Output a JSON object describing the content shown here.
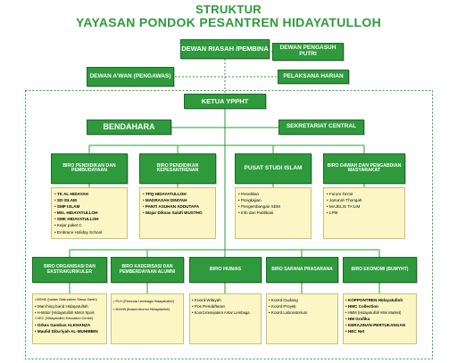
{
  "title_line1": "STRUKTUR",
  "title_line2": "YAYASAN PONDOK PESANTREN HIDAYATULLOH",
  "top": {
    "dewan_riasah": "DEWAN RIASAH /PEMBINA",
    "dewan_pengasuh": "DEWAN PENGASUH PUTRI",
    "dewan_awan": "DEWAN A'WAN (PENGAWAS)",
    "pelaksana_harian": "PELAKSANA HARIAN"
  },
  "middle": {
    "ketua": "KETUA YPPHT",
    "bendahara": "BENDAHARA",
    "sekretariat": "SEKRETARIAT CENTRAL"
  },
  "row1": [
    {
      "title": "BIRO PENDIDIKAN DAN PEMBUDAYAAN",
      "items": [
        "TK AL-HIDAYAH",
        "SD ISLAM",
        "SMP ISLAM",
        "Mts. HIDAYATULLOH",
        "SMK HIDAYATULLOH",
        "Kejar paket C",
        "Embrace Holiday School"
      ]
    },
    {
      "title": "BIRO PENDIDIKAN KEPESANTRENAN",
      "items": [
        "TPQ HIDAYATULLOH",
        "MADRASAH DINIYAH",
        "PANTI ASUHAN ADDUTAFA",
        "Wajar Diksas Salafi WUSTHO"
      ]
    },
    {
      "title": "PUSAT STUDI ISLAM",
      "items": [
        "Penelitian",
        "Pengkajian",
        "Pengembangan SDM",
        "Info dan Publikasi"
      ]
    },
    {
      "title": "BIRO DAWAH DAN PENGABDIAN MASYARAKAT",
      "items": [
        "Forum Ta'mir",
        "Jama'ah Thoriqah",
        "MAJELIS TA'LIM",
        "LPM"
      ]
    }
  ],
  "row2": [
    {
      "title": "BIRO ORGANISASI DAN EKSTRAKURIKULER",
      "items": [
        "BSMS (badan Silaturahmi Siswa-Santri)",
        "Marching band Hidayatulloh",
        "H-Motor (Hidayatulloh Motor Sport",
        "HEC (Hidayatulloh Education Centre)",
        "Orkes Gambus ALKHANZA",
        "Maulid Diba'iyah AL-MUHIBBIN"
      ]
    },
    {
      "title": "BIRO KADERISASI DAN PEMBERDAYAAN ALUMNI",
      "items": [
        "PLH (Pemuda Lembaga Hidayatulloh)",
        "IKAHA (Ikatan Alumni Hidayatulloh)"
      ]
    },
    {
      "title": "BIRO HUMAS",
      "items": [
        "Koord.Wilayah",
        "Pos Pendaftaran",
        "Koord.Kesejatera Antar Lembaga"
      ]
    },
    {
      "title": "BIRO SARANA PRASARANA",
      "items": [
        "Koord.Gudang",
        "Koord.Proyek",
        "Koord.Laboratorium"
      ]
    },
    {
      "title": "BIRO EKONOMI (BUMYHT)",
      "items": [
        "KOPPONTREN Hidayatulloh",
        "HMC Collection",
        "HMM (Hidayatulloh Mini Market)",
        "HM Grafika",
        "KERAJINAN-PERTUKANGAN",
        "HEC Net"
      ]
    }
  ]
}
